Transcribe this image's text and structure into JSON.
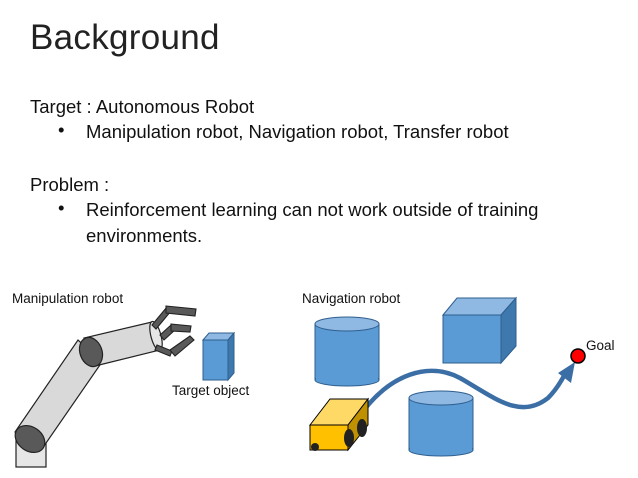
{
  "slide": {
    "title": "Background",
    "target_line": "Target : Autonomous Robot",
    "target_bullets": [
      "Manipulation robot, Navigation robot, Transfer robot"
    ],
    "problem_line": "Problem :",
    "problem_bullets": [
      "Reinforcement learning can not work outside of training environments."
    ]
  },
  "figures": {
    "manipulation_label": "Manipulation robot",
    "target_object_label": "Target object",
    "navigation_label": "Navigation robot",
    "goal_label": "Goal"
  },
  "colors": {
    "object_blue": "#5b9bd5",
    "robot_yellow": "#ffc000",
    "path_blue": "#3a6ea5",
    "goal_red": "#ff0000"
  }
}
